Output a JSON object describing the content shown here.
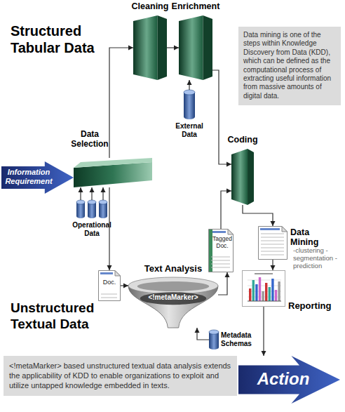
{
  "diagram": {
    "nodes": [
      {
        "text": [
          "Cleaning"
        ]
      },
      {
        "text": [
          "Enrichment"
        ]
      },
      {
        "text": [
          "Data mining is one of the steps within Knowledge Discovery from Data (KDD), which can be defined as the computational process of extracting useful information from massive amounts of digital data."
        ]
      },
      {
        "text": [
          "External Data"
        ]
      },
      {
        "text": [
          "Coding"
        ]
      },
      {
        "text": [
          "Data Selection"
        ]
      },
      {
        "text": [
          "Information Requirement"
        ]
      },
      {
        "text": [
          "Operational Data"
        ]
      },
      {
        "text": [
          "Tagged Doc."
        ]
      },
      {
        "text": [
          "Data Mining",
          "-clustering -segmentation -prediction"
        ]
      },
      {
        "text": [
          "Doc."
        ]
      },
      {
        "text": [
          "Text Analysis",
          "<!metaMarker>"
        ]
      },
      {
        "text": [
          "Reporting"
        ]
      },
      {
        "text": [
          "Metadata Schemas"
        ]
      },
      {
        "text": [
          "<!metaMarker> based unstructured textual data analysis extends the applicability of KDD to enable organizations to exploit and utilize untapped knowledge embedded in texts."
        ]
      },
      {
        "text": [
          "Action"
        ]
      }
    ],
    "edges": [
      {
        "from": 5,
        "to": 0,
        "arrow": "to"
      },
      {
        "from": 0,
        "to": 1,
        "arrow": "to"
      },
      {
        "from": 3,
        "to": 1,
        "arrow": "to"
      },
      {
        "from": 1,
        "to": 4,
        "arrow": "to"
      },
      {
        "from": 7,
        "to": 5,
        "arrow": "to"
      },
      {
        "from": 5,
        "to": 10,
        "arrow": "to"
      },
      {
        "from": 10,
        "to": 11,
        "arrow": "to"
      },
      {
        "from": 11,
        "to": 8,
        "arrow": "to"
      },
      {
        "from": 8,
        "to": 4,
        "arrow": "to"
      },
      {
        "from": 13,
        "to": 11,
        "arrow": "to"
      },
      {
        "from": 4,
        "to": 9,
        "arrow": "to"
      },
      {
        "from": 9,
        "to": 12,
        "arrow": "to"
      },
      {
        "from": 12,
        "to": 15,
        "arrow": "to"
      }
    ],
    "labels": [
      "Structured Tabular Data",
      "Unstructured Textual Data"
    ]
  }
}
